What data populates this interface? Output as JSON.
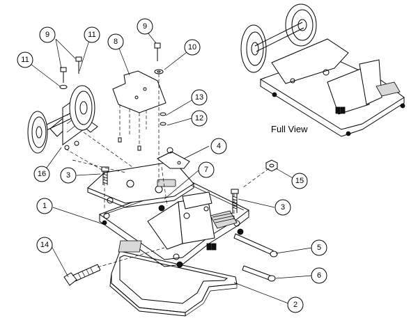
{
  "diagram": {
    "full_view_label": "Full View",
    "callouts": [
      {
        "id": "c9a",
        "label": "9"
      },
      {
        "id": "c11a",
        "label": "11"
      },
      {
        "id": "c11b",
        "label": "11"
      },
      {
        "id": "c8",
        "label": "8"
      },
      {
        "id": "c9b",
        "label": "9"
      },
      {
        "id": "c10",
        "label": "10"
      },
      {
        "id": "c13",
        "label": "13"
      },
      {
        "id": "c12",
        "label": "12"
      },
      {
        "id": "c16",
        "label": "16"
      },
      {
        "id": "c3a",
        "label": "3"
      },
      {
        "id": "c4",
        "label": "4"
      },
      {
        "id": "c7",
        "label": "7"
      },
      {
        "id": "c15",
        "label": "15"
      },
      {
        "id": "c1",
        "label": "1"
      },
      {
        "id": "c3b",
        "label": "3"
      },
      {
        "id": "c14",
        "label": "14"
      },
      {
        "id": "c5",
        "label": "5"
      },
      {
        "id": "c6",
        "label": "6"
      },
      {
        "id": "c2",
        "label": "2"
      }
    ]
  }
}
